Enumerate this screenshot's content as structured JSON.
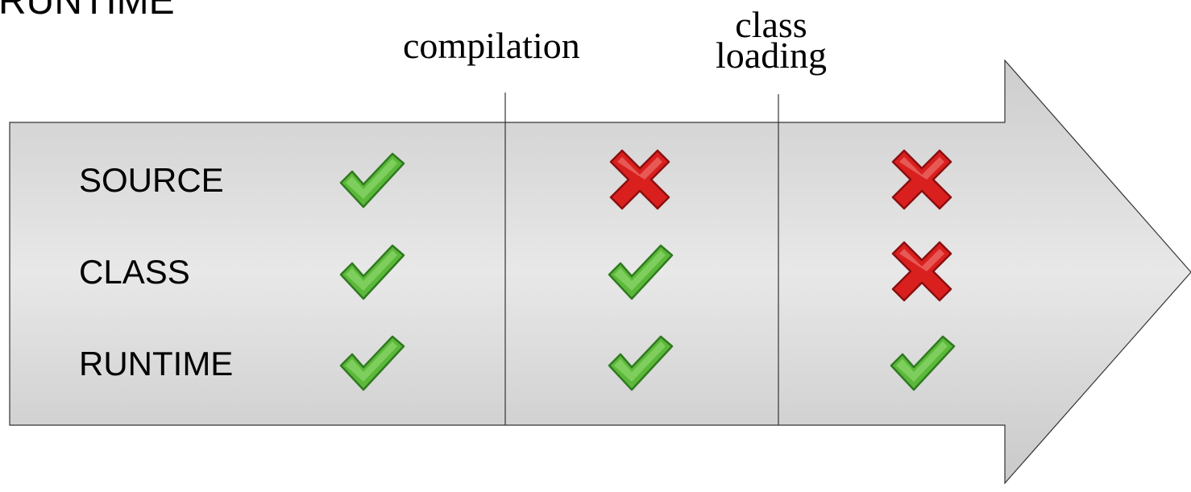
{
  "partial_title": "RUNTIME",
  "stages": [
    {
      "lines": [
        "compilation"
      ]
    },
    {
      "lines": [
        "class",
        "loading"
      ]
    }
  ],
  "retention_policies": [
    {
      "label": "SOURCE",
      "marks": [
        "check",
        "cross",
        "cross"
      ]
    },
    {
      "label": "CLASS",
      "marks": [
        "check",
        "check",
        "cross"
      ]
    },
    {
      "label": "RUNTIME",
      "marks": [
        "check",
        "check",
        "check"
      ]
    }
  ],
  "colors": {
    "arrow_fill_edge": "#c8c8c8",
    "arrow_fill_mid": "#e6e6e6",
    "arrow_stroke": "#333333",
    "check_green": "#5cb83a",
    "check_dark": "#2f7a1f",
    "cross_red": "#d9201f",
    "cross_dark": "#8b0f10"
  },
  "icons": {
    "check": "check-icon",
    "cross": "cross-icon"
  }
}
